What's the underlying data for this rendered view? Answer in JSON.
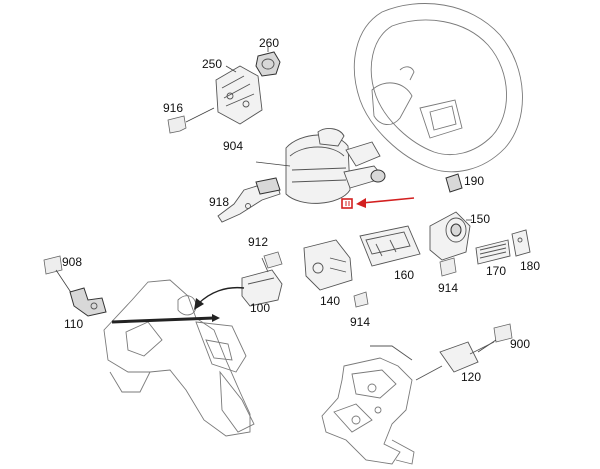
{
  "colors": {
    "highlight": "#d32020",
    "line": "#555555",
    "arrow": "#222222"
  },
  "callouts": [
    {
      "id": "c250",
      "text": "250"
    },
    {
      "id": "c260",
      "text": "260"
    },
    {
      "id": "c916",
      "text": "916"
    },
    {
      "id": "c904",
      "text": "904"
    },
    {
      "id": "c918",
      "text": "918"
    },
    {
      "id": "c190",
      "text": "190"
    },
    {
      "id": "c150",
      "text": "150"
    },
    {
      "id": "c912",
      "text": "912"
    },
    {
      "id": "c908",
      "text": "908"
    },
    {
      "id": "c160",
      "text": "160"
    },
    {
      "id": "c140",
      "text": "140"
    },
    {
      "id": "c100",
      "text": "100"
    },
    {
      "id": "c110",
      "text": "110"
    },
    {
      "id": "c914a",
      "text": "914"
    },
    {
      "id": "c914b",
      "text": "914"
    },
    {
      "id": "c170",
      "text": "170"
    },
    {
      "id": "c180",
      "text": "180"
    },
    {
      "id": "c900",
      "text": "900"
    },
    {
      "id": "c120",
      "text": "120"
    }
  ],
  "highlight_target": {
    "icon": "highlighted-connector-icon"
  }
}
